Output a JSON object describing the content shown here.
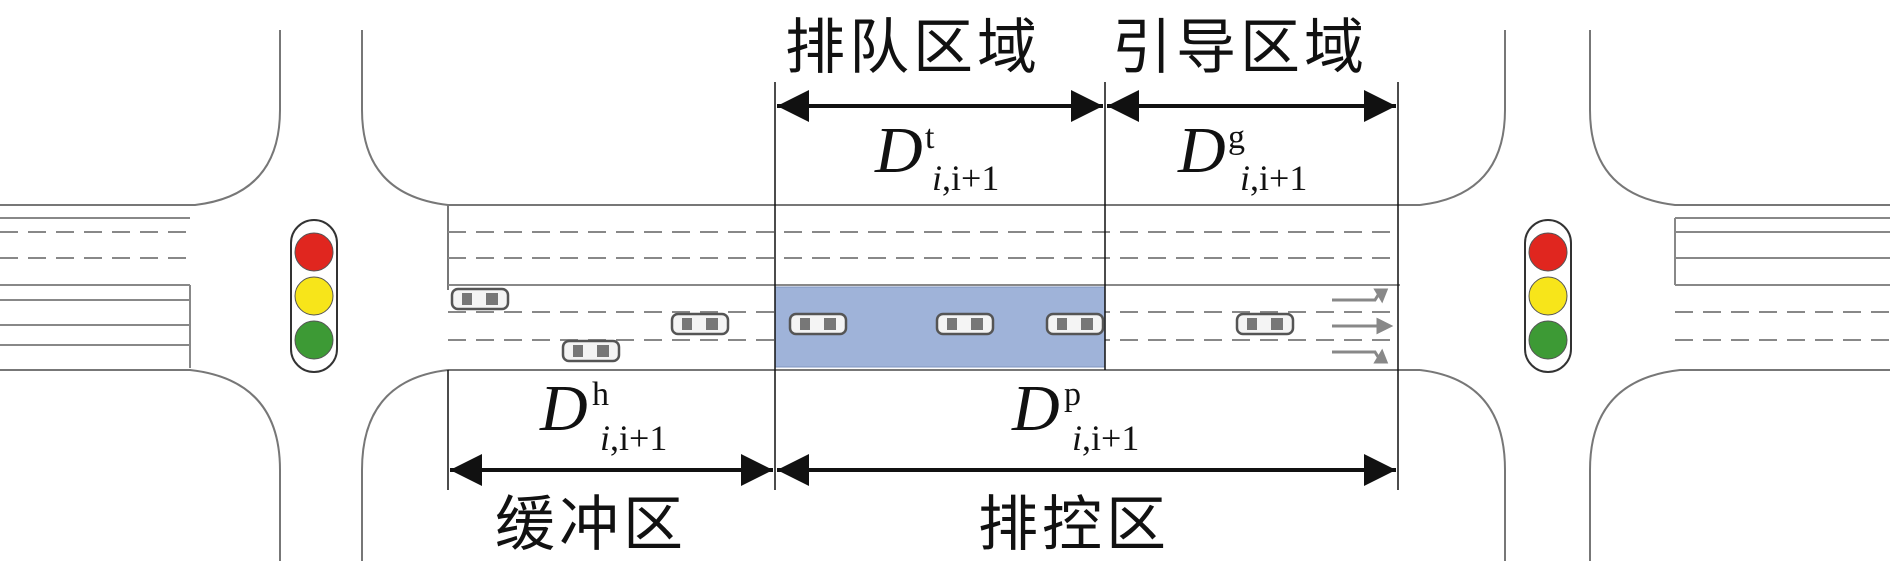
{
  "labels": {
    "queue_zone": "排队区域",
    "guide_zone": "引导区域",
    "buffer_zone": "缓冲区",
    "control_zone": "排控区"
  },
  "distances": {
    "t": {
      "symbol": "D",
      "sup": "t",
      "sub_i": "i",
      "sub_rest": ",i+1"
    },
    "g": {
      "symbol": "D",
      "sup": "g",
      "sub_i": "i",
      "sub_rest": ",i+1"
    },
    "h": {
      "symbol": "D",
      "sup": "h",
      "sub_i": "i",
      "sub_rest": ",i+1"
    },
    "p": {
      "symbol": "D",
      "sup": "p",
      "sub_i": "i",
      "sub_rest": ",i+1"
    }
  },
  "colors": {
    "queue_highlight": "#9fb3d9",
    "signal_red": "#e0261f",
    "signal_yellow": "#f7e51a",
    "signal_green": "#3d9a35",
    "road_line": "#8a8a8a"
  },
  "icons": [
    "traffic-light-icon",
    "car-icon",
    "arrow-icon",
    "lane-arrow-icon"
  ]
}
